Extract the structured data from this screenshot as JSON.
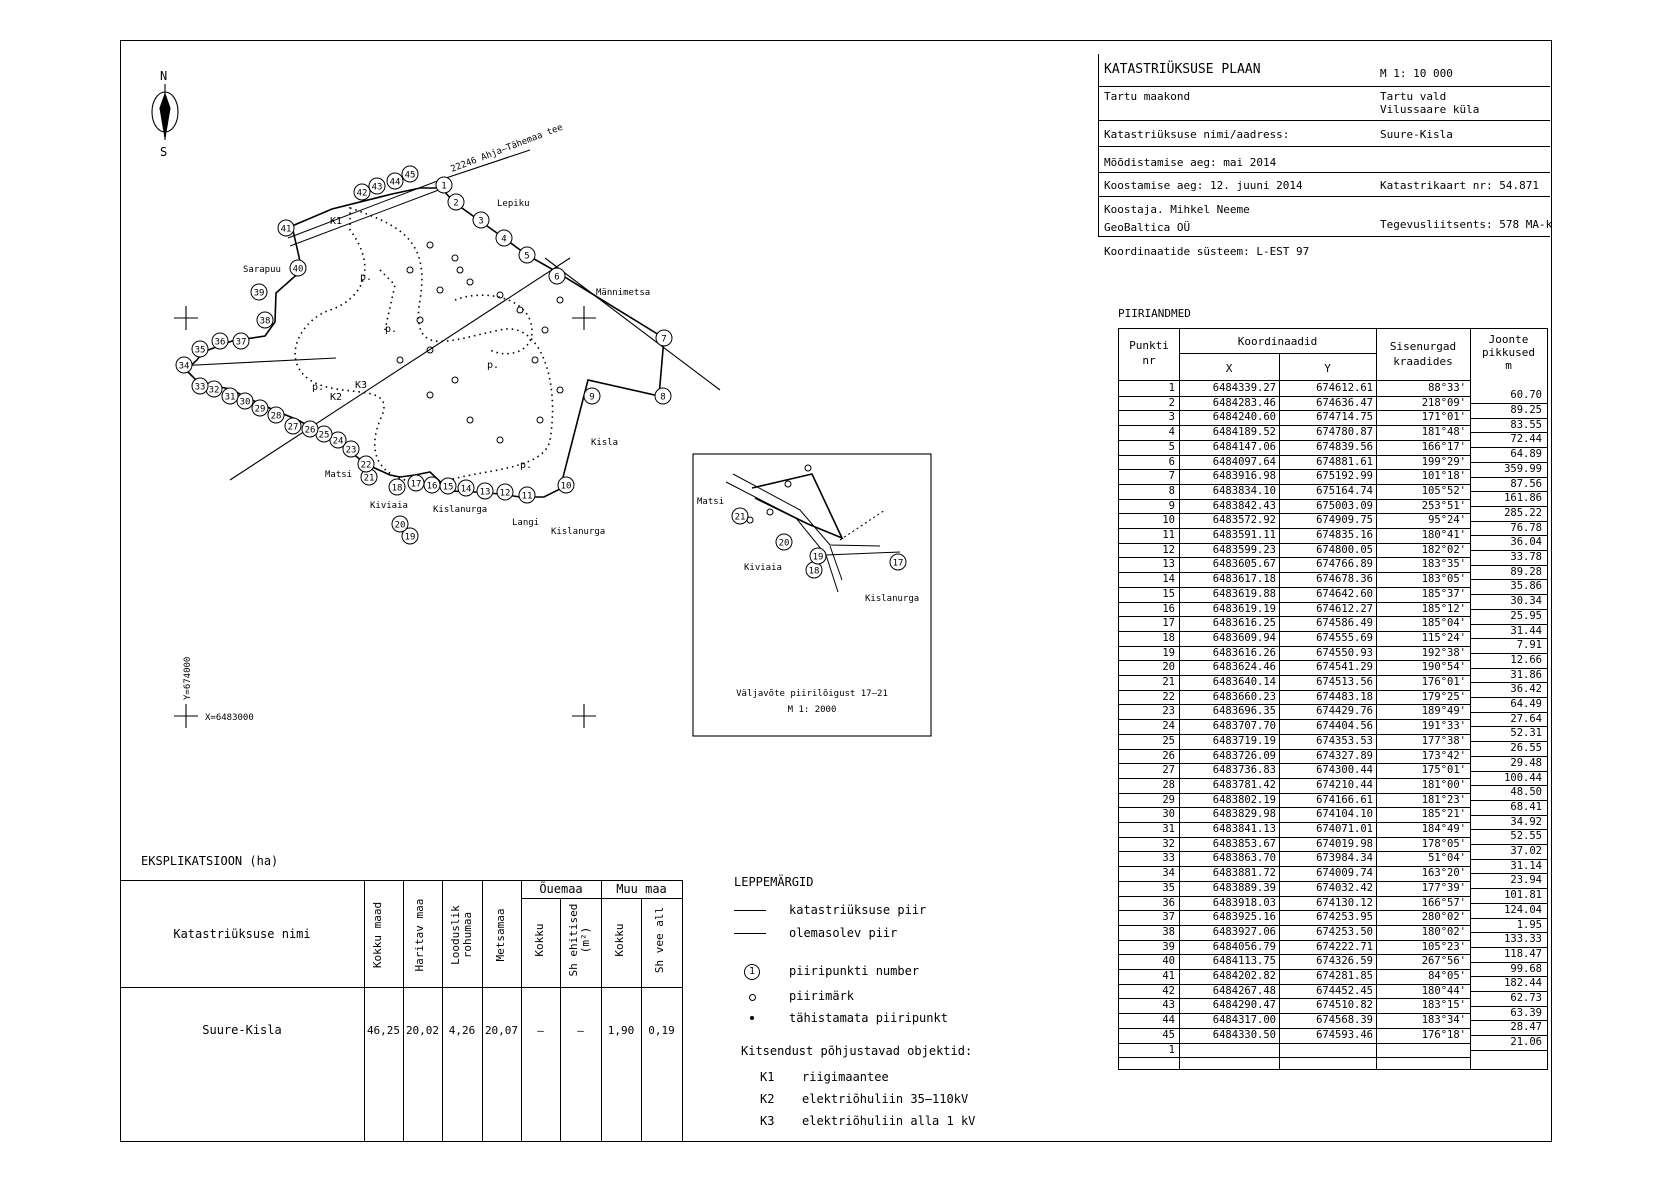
{
  "header": {
    "title": "KATASTRIÜKSUSE PLAAN",
    "scale": "M 1: 10 000",
    "county": "Tartu maakond",
    "parish": "Tartu vald",
    "village": "Vilussaare küla",
    "name_label": "Katastriüksuse nimi/aadress:",
    "name_value": "Suure-Kisla",
    "survey_time": "Mõõdistamise aeg:  mai 2014",
    "compile_time": "Koostamise aeg:  12. juuni 2014",
    "map_no": "Katastrikaart nr:  54.871",
    "author": "Koostaja. Mihkel Neeme",
    "company": "GeoBaltica OÜ",
    "license": "Tegevusliitsents: 578 MA-k",
    "system": "Koordinaatide süsteem: L-EST 97"
  },
  "boundary": {
    "title": "PIIRIANDMED",
    "col_point": "Punkti",
    "col_point2": "nr",
    "col_coords": "Koordinaadid",
    "col_x": "X",
    "col_y": "Y",
    "col_angle": "Sisenurgad",
    "col_angle2": "kraadides",
    "col_len": "Joonte",
    "col_len2": "pikkused",
    "col_len3": "m",
    "rows": [
      [
        "1",
        "6484339.27",
        "674612.61",
        "88°33'"
      ],
      [
        "2",
        "6484283.46",
        "674636.47",
        "218°09'"
      ],
      [
        "3",
        "6484240.60",
        "674714.75",
        "171°01'"
      ],
      [
        "4",
        "6484189.52",
        "674780.87",
        "181°48'"
      ],
      [
        "5",
        "6484147.06",
        "674839.56",
        "166°17'"
      ],
      [
        "6",
        "6484097.64",
        "674881.61",
        "199°29'"
      ],
      [
        "7",
        "6483916.98",
        "675192.99",
        "101°18'"
      ],
      [
        "8",
        "6483834.10",
        "675164.74",
        "105°52'"
      ],
      [
        "9",
        "6483842.43",
        "675003.09",
        "253°51'"
      ],
      [
        "10",
        "6483572.92",
        "674909.75",
        "95°24'"
      ],
      [
        "11",
        "6483591.11",
        "674835.16",
        "180°41'"
      ],
      [
        "12",
        "6483599.23",
        "674800.05",
        "182°02'"
      ],
      [
        "13",
        "6483605.67",
        "674766.89",
        "183°35'"
      ],
      [
        "14",
        "6483617.18",
        "674678.36",
        "183°05'"
      ],
      [
        "15",
        "6483619.88",
        "674642.60",
        "185°37'"
      ],
      [
        "16",
        "6483619.19",
        "674612.27",
        "185°12'"
      ],
      [
        "17",
        "6483616.25",
        "674586.49",
        "185°04'"
      ],
      [
        "18",
        "6483609.94",
        "674555.69",
        "115°24'"
      ],
      [
        "19",
        "6483616.26",
        "674550.93",
        "192°38'"
      ],
      [
        "20",
        "6483624.46",
        "674541.29",
        "190°54'"
      ],
      [
        "21",
        "6483640.14",
        "674513.56",
        "176°01'"
      ],
      [
        "22",
        "6483660.23",
        "674483.18",
        "179°25'"
      ],
      [
        "23",
        "6483696.35",
        "674429.76",
        "189°49'"
      ],
      [
        "24",
        "6483707.70",
        "674404.56",
        "191°33'"
      ],
      [
        "25",
        "6483719.19",
        "674353.53",
        "177°38'"
      ],
      [
        "26",
        "6483726.09",
        "674327.89",
        "173°42'"
      ],
      [
        "27",
        "6483736.83",
        "674300.44",
        "175°01'"
      ],
      [
        "28",
        "6483781.42",
        "674210.44",
        "181°00'"
      ],
      [
        "29",
        "6483802.19",
        "674166.61",
        "181°23'"
      ],
      [
        "30",
        "6483829.98",
        "674104.10",
        "185°21'"
      ],
      [
        "31",
        "6483841.13",
        "674071.01",
        "184°49'"
      ],
      [
        "32",
        "6483853.67",
        "674019.98",
        "178°05'"
      ],
      [
        "33",
        "6483863.70",
        "673984.34",
        "51°04'"
      ],
      [
        "34",
        "6483881.72",
        "674009.74",
        "163°20'"
      ],
      [
        "35",
        "6483889.39",
        "674032.42",
        "177°39'"
      ],
      [
        "36",
        "6483918.03",
        "674130.12",
        "166°57'"
      ],
      [
        "37",
        "6483925.16",
        "674253.95",
        "280°02'"
      ],
      [
        "38",
        "6483927.06",
        "674253.50",
        "180°02'"
      ],
      [
        "39",
        "6484056.79",
        "674222.71",
        "105°23'"
      ],
      [
        "40",
        "6484113.75",
        "674326.59",
        "267°56'"
      ],
      [
        "41",
        "6484202.82",
        "674281.85",
        "84°05'"
      ],
      [
        "42",
        "6484267.48",
        "674452.45",
        "180°44'"
      ],
      [
        "43",
        "6484290.47",
        "674510.82",
        "183°15'"
      ],
      [
        "44",
        "6484317.00",
        "674568.39",
        "183°34'"
      ],
      [
        "45",
        "6484330.50",
        "674593.46",
        "176°18'"
      ],
      [
        "1",
        "",
        "",
        ""
      ]
    ],
    "lengths": [
      "60.70",
      "89.25",
      "83.55",
      "72.44",
      "64.89",
      "359.99",
      "87.56",
      "161.86",
      "285.22",
      "76.78",
      "36.04",
      "33.78",
      "89.28",
      "35.86",
      "30.34",
      "25.95",
      "31.44",
      "7.91",
      "12.66",
      "31.86",
      "36.42",
      "64.49",
      "27.64",
      "52.31",
      "26.55",
      "29.48",
      "100.44",
      "48.50",
      "68.41",
      "34.92",
      "52.55",
      "37.02",
      "31.14",
      "23.94",
      "101.81",
      "124.04",
      "1.95",
      "133.33",
      "118.47",
      "99.68",
      "182.44",
      "62.73",
      "63.39",
      "28.47",
      "21.06"
    ]
  },
  "explication": {
    "title": "EKSPLIKATSIOON (ha)",
    "col_name": "Katastriüksuse nimi",
    "col_total": "Kokku maad",
    "col_arable": "Haritav maa",
    "col_grass": "Looduslik rohumaa",
    "col_forest": "Metsamaa",
    "grp_yard": "Õuemaa",
    "col_yard_total": "Kokku",
    "col_yard_build": "Sh ehitised (m²)",
    "grp_other": "Muu maa",
    "col_other_total": "Kokku",
    "col_other_water": "Sh vee all",
    "row": [
      "Suure-Kisla",
      "46,25",
      "20,02",
      "4,26",
      "20,07",
      "–",
      "–",
      "1,90",
      "0,19"
    ]
  },
  "legend": {
    "title": "LEPPEMÄRGID",
    "items": [
      "katastriüksuse piir",
      "olemasolev piir",
      "piiripunkti number",
      "piirimärk",
      "tähistamata piiripunkt"
    ],
    "sample_no": "1",
    "restr_title": "Kitsendust põhjustavad objektid:",
    "restr": [
      [
        "K1",
        "riigimaantee"
      ],
      [
        "K2",
        "elektriõhuliin 35–110kV"
      ],
      [
        "K3",
        "elektriõhuliin alla 1 kV"
      ]
    ]
  },
  "map": {
    "north": "N",
    "south": "S",
    "road_label": "22246 Ahja–Tähemaa tee",
    "neighbors": [
      "Lepiku",
      "Männimetsa",
      "Kisla",
      "Langi",
      "Kislanurga",
      "Matsi",
      "Kiviaia",
      "Kislanurga",
      "Sarapuu"
    ],
    "coord_x": "X=6483000",
    "coord_y": "Y=674000",
    "k1": "K1",
    "k2": "K2",
    "k3": "K3",
    "land_p": "p.",
    "inset_matsi": "Matsi",
    "inset_kiviaia": "Kiviaia",
    "inset_kislanurga": "Kislanurga",
    "inset_caption": "Väljavõte piirilõigust 17–21",
    "inset_scale": "M 1: 2000",
    "points": [
      "1",
      "2",
      "3",
      "4",
      "5",
      "6",
      "7",
      "8",
      "9",
      "10",
      "11",
      "12",
      "13",
      "14",
      "15",
      "16",
      "17",
      "18",
      "19",
      "20",
      "21",
      "22",
      "23",
      "24",
      "25",
      "26",
      "27",
      "28",
      "29",
      "30",
      "31",
      "32",
      "33",
      "34",
      "35",
      "36",
      "37",
      "38",
      "39",
      "40",
      "41",
      "42",
      "43",
      "44",
      "45"
    ],
    "inset_points": [
      "17",
      "18",
      "19",
      "20",
      "21"
    ]
  }
}
